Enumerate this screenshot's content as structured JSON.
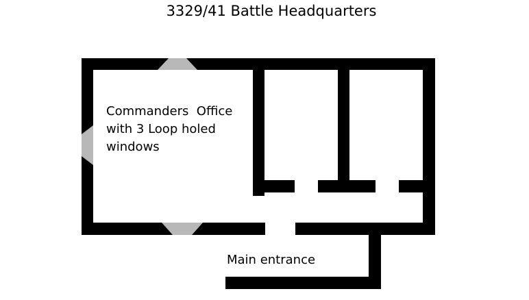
{
  "title": "3329/41 Battle Headquarters",
  "labels": {
    "office_line1": "Commanders  Office",
    "office_line2": "with 3 Loop holed",
    "office_line3": "windows",
    "entrance": "Main entrance"
  },
  "colors": {
    "wall": "#000000",
    "loophole": "#b8b8b8",
    "text": "#000000",
    "background": "#ffffff"
  }
}
